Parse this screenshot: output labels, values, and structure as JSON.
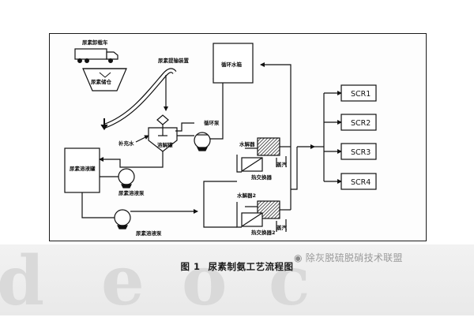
{
  "labels": {
    "truck": "尿素卸载车",
    "silo": "尿素储仓",
    "conveyor": "尿素提输装置",
    "dissolve_tank": "溶解罐",
    "makeup_water": "补充水",
    "circ_pump": "循环泵",
    "heat_tank": "循环水箱",
    "storage_tank": "尿素溶液罐",
    "supply_pump": "尿素溶液泵",
    "metering_pump": "尿素溶液泵",
    "hydrolyzer1": "水解器",
    "hx1": "热交换器",
    "hydrolyzer2": "水解器2",
    "hx2": "热交换器2",
    "steam1": "蒸汽",
    "steam2": "蒸汽"
  },
  "scr": [
    "SCR1",
    "SCR2",
    "SCR3",
    "SCR4"
  ],
  "caption": {
    "fig": "图 1",
    "title": "尿素制氨工艺流程图"
  },
  "watermark": "除灰脱硫脱硝技术联盟",
  "watermark_letters": "deoc"
}
